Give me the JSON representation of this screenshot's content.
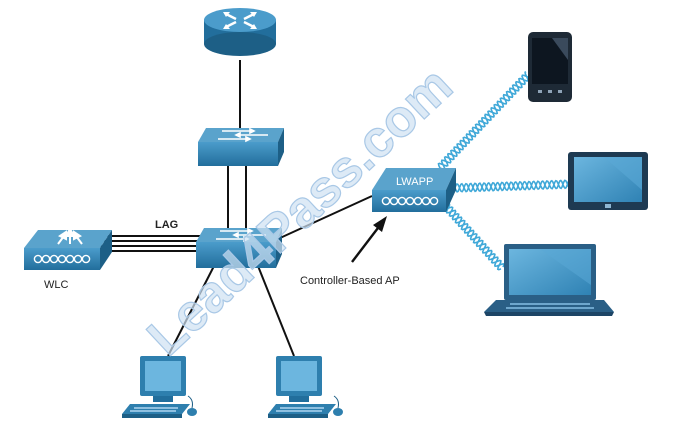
{
  "diagram": {
    "labels": {
      "lag": "LAG",
      "wlc": "WLC",
      "lwapp": "LWAPP",
      "controller_ap": "Controller-Based AP"
    },
    "watermark": "Lead4Pass.com"
  },
  "colors": {
    "device_blue": "#2e7fae",
    "device_dark": "#1d5f86",
    "device_light": "#5aa3cc",
    "cable": "#111111",
    "wireless": "#3fa8d8",
    "watermark": "#bcd6ee"
  },
  "devices": [
    {
      "id": "router",
      "icon": "router-icon"
    },
    {
      "id": "distribution-switch",
      "icon": "switch-icon"
    },
    {
      "id": "access-switch",
      "icon": "switch-icon"
    },
    {
      "id": "wlc",
      "icon": "wireless-lan-controller-icon"
    },
    {
      "id": "lightweight-ap",
      "icon": "access-point-icon"
    },
    {
      "id": "smartphone",
      "icon": "smartphone-icon"
    },
    {
      "id": "tablet",
      "icon": "tablet-icon"
    },
    {
      "id": "laptop",
      "icon": "laptop-icon"
    },
    {
      "id": "pc-left",
      "icon": "desktop-pc-icon"
    },
    {
      "id": "pc-right",
      "icon": "desktop-pc-icon"
    }
  ]
}
